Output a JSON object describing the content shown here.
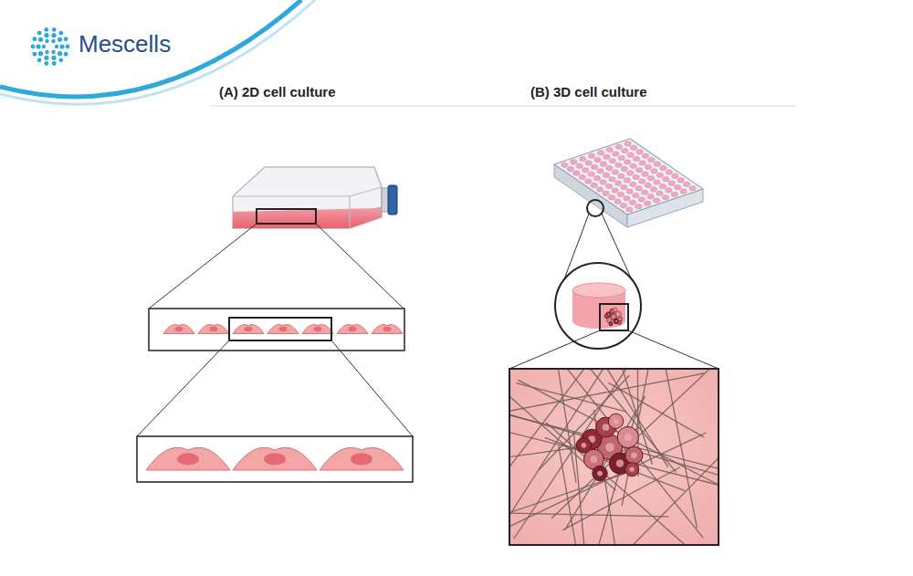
{
  "diagram": {
    "labels": [
      "Mescells",
      "(A) 2D cell culture",
      "(B) 3D cell culture"
    ]
  }
}
